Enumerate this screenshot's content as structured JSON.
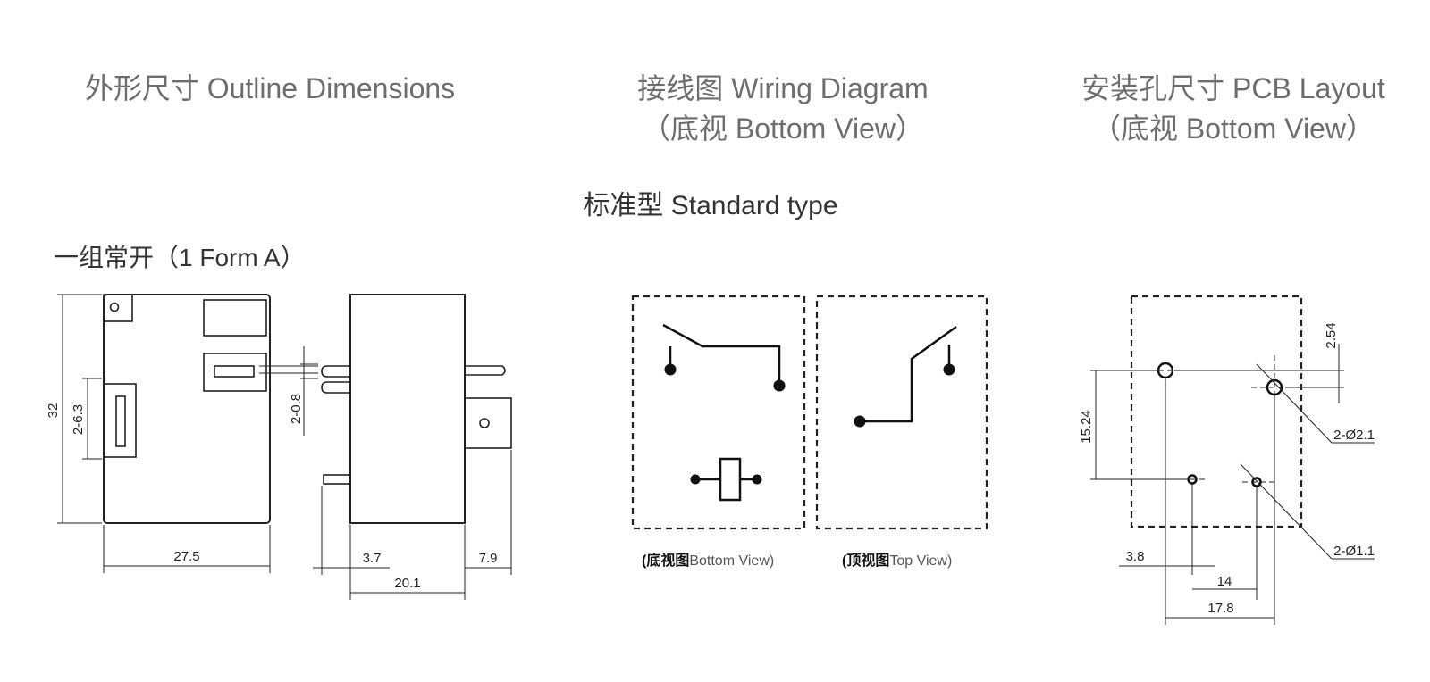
{
  "headers": {
    "outline": "外形尺寸 Outline Dimensions",
    "wiring": "接线图 Wiring Diagram",
    "wiring_sub": "（底视 Bottom View）",
    "pcb": "安装孔尺寸 PCB Layout",
    "pcb_sub": "（底视 Bottom View）"
  },
  "standard_type": "标准型 Standard type",
  "form_label": "一组常开（1 Form A）",
  "outline": {
    "dims": {
      "height": "32",
      "terminal_width": "2-6.3",
      "width": "27.5",
      "pin_thickness": "2-0.8",
      "pin_offset": "3.7",
      "depth": "20.1",
      "tab_length": "7.9"
    }
  },
  "wiring": {
    "bottom_caption_cn": "(底视图",
    "bottom_caption_en": "Bottom View)",
    "top_caption_cn": "(顶视图",
    "top_caption_en": "Top View)"
  },
  "pcb": {
    "dims": {
      "row_pitch": "2.54",
      "vertical": "15.24",
      "hole_large": "2-Ø2.1",
      "hole_small": "2-Ø1.1",
      "x1": "3.8",
      "x2": "14",
      "x3": "17.8"
    }
  }
}
